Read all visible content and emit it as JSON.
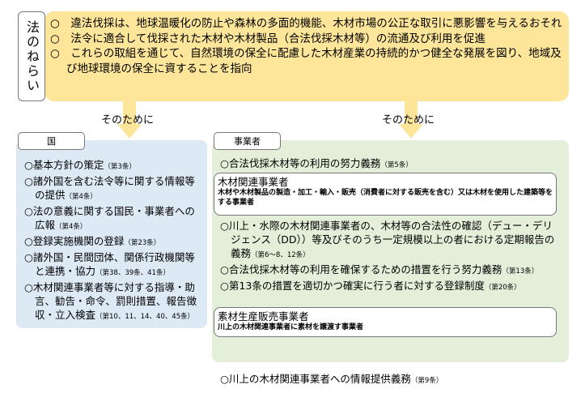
{
  "aim": {
    "label": "法のねらい",
    "items": [
      "○　違法伐採は、地球温暖化の防止や森林の多面的機能、木材市場の公正な取引に悪影響を与えるおそれ",
      "○　法令に適合して伐採された木材や木材製品（合法伐採木材等）の流通及び利用を促進",
      "○　これらの取組を通じて、自然環境の保全に配慮した木材産業の持続的かつ健全な発展を図り、地域及び地球環境の保全に資することを指向"
    ]
  },
  "arrows": {
    "left_label": "そのために",
    "right_label": "そのために"
  },
  "country": {
    "label": "国",
    "items": [
      {
        "text": "○基本方針の策定",
        "ref": "（第3条）"
      },
      {
        "text": "○諸外国を含む法令等に関する情報等の提供",
        "ref": "（第4条）"
      },
      {
        "text": "○法の意義に関する国民・事業者への広報",
        "ref": "（第4条）"
      },
      {
        "text": "○登録実施機関の登録",
        "ref": "（第23条）"
      },
      {
        "text": "○諸外国・民間団体、関係行政機関等と連携・協力",
        "ref": "（第38、39条、41条）"
      },
      {
        "text": "○木材関連事業者等に対する指導・助言、勧告・命令、罰則措置、報告徴収・立入検査",
        "ref": "（第10、11、14、40、45条）"
      }
    ]
  },
  "business": {
    "label": "事業者",
    "item1": {
      "text": "○合法伐採木材等の利用の努力義務",
      "ref": "（第5条）"
    },
    "wood_box": {
      "title": "木材関連事業者",
      "desc": "木材や木材製品の製造・加工・輸入・販売（消費者に対する販売を含む）又は木材を使用した建築等をする事業者"
    },
    "items": [
      {
        "text": "○川上・水際の木材関連事業者の、木材等の合法性の確認（デュー・デリジェンス（DD））等及びそのうち一定規模以上の者における定期報告の義務",
        "ref": "（第6～8、12条）"
      },
      {
        "text": "○合法伐採木材等の利用を確保するための措置を行う努力義務",
        "ref": "（第13条）"
      },
      {
        "text": "○第13条の措置を適切かつ確実に行う者に対する登録制度",
        "ref": "（第20条）"
      }
    ],
    "material_box": {
      "title": "素材生産販売事業者",
      "desc": "川上の木材関連事業者に素材を譲渡す事業者"
    },
    "bottom": {
      "text": "○川上の木材関連事業者への情報提供義務",
      "ref": "（第9条）"
    }
  }
}
